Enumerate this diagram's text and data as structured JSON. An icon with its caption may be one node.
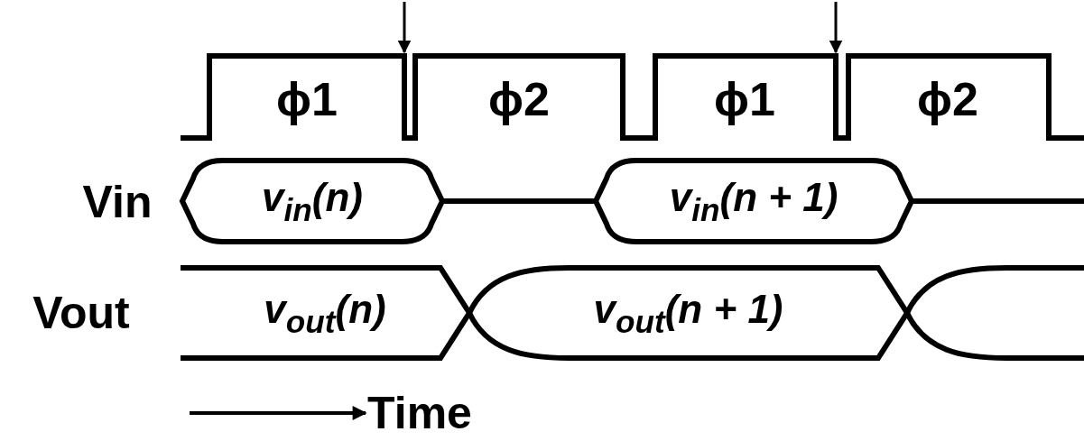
{
  "diagram": {
    "nodes": [
      {
        "text": [
          "v$_{in}$(n)"
        ]
      },
      {
        "text": [
          "v$_{in}$(n + 1)"
        ]
      },
      {
        "text": [
          "v$_{out}$(n)"
        ]
      },
      {
        "text": [
          "v$_{out}$(n + 1)"
        ]
      }
    ],
    "edges": [
      {
        "from": 0,
        "to": 1,
        "arrow": "none"
      }
    ],
    "labels": [
      "ϕ1",
      "ϕ2",
      "ϕ1",
      "ϕ2",
      "Vin",
      "Vout",
      "Time"
    ]
  }
}
